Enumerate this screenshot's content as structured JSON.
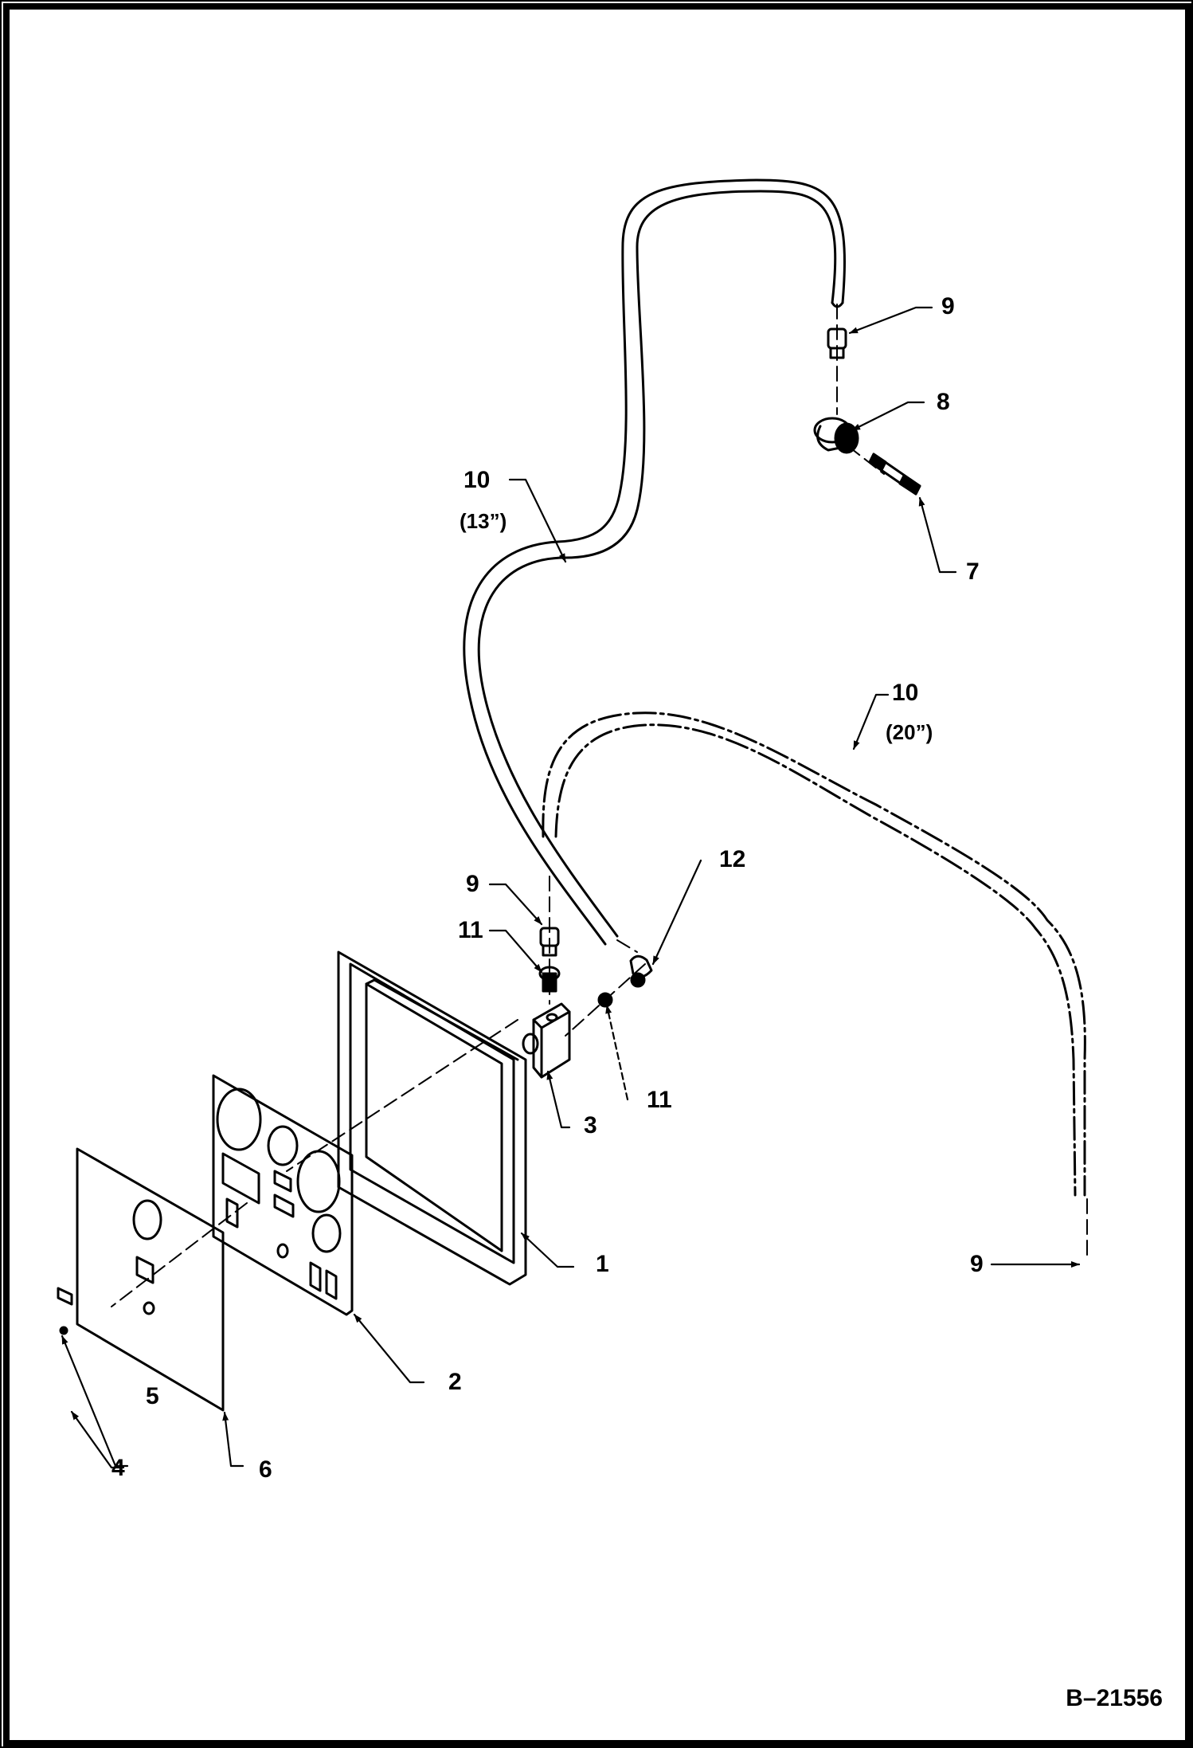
{
  "document": {
    "drawing_number": "B–21556",
    "type": "exploded parts diagram"
  },
  "callouts": [
    {
      "id": "c1",
      "number": "1"
    },
    {
      "id": "c2",
      "number": "2"
    },
    {
      "id": "c3",
      "number": "3"
    },
    {
      "id": "c4",
      "number": "4"
    },
    {
      "id": "c5",
      "number": "5"
    },
    {
      "id": "c6",
      "number": "6"
    },
    {
      "id": "c7",
      "number": "7"
    },
    {
      "id": "c8",
      "number": "8"
    },
    {
      "id": "c9a",
      "number": "9"
    },
    {
      "id": "c9b",
      "number": "9"
    },
    {
      "id": "c9c",
      "number": "9"
    },
    {
      "id": "c10a",
      "number": "10",
      "length": "(13”)"
    },
    {
      "id": "c10b",
      "number": "10",
      "length": "(20”)"
    },
    {
      "id": "c11a",
      "number": "11"
    },
    {
      "id": "c11b",
      "number": "11"
    },
    {
      "id": "c12",
      "number": "12"
    }
  ],
  "parts": {
    "hose_short_length": "(13”)",
    "hose_long_length": "(20”)"
  }
}
